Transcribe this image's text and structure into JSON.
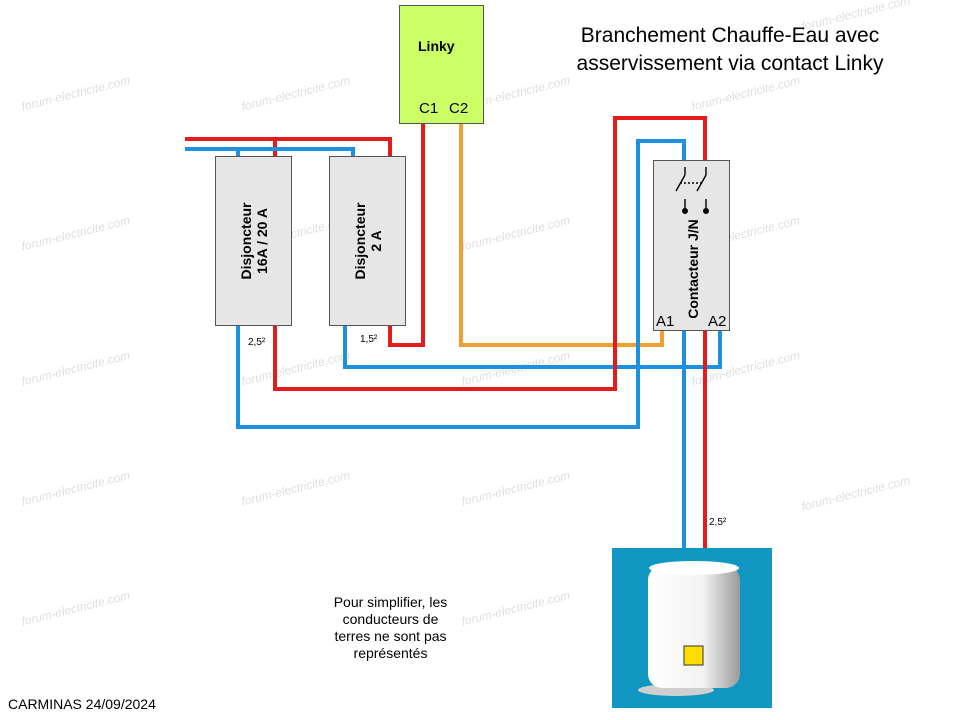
{
  "title": {
    "line1": "Branchement Chauffe-Eau avec",
    "line2": "asservissement via contact Linky"
  },
  "linky": {
    "label": "Linky",
    "terminal_c1": "C1",
    "terminal_c2": "C2"
  },
  "breaker_main": {
    "line1": "Disjoncteur",
    "line2": "16A / 20 A",
    "wire_section": "2,5²"
  },
  "breaker_small": {
    "line1": "Disjoncteur",
    "line2": "2 A",
    "wire_section": "1,5²"
  },
  "contactor": {
    "label": "Contacteur J/N",
    "terminal_a1": "A1",
    "terminal_a2": "A2"
  },
  "heater": {
    "wire_section": "2,5²"
  },
  "note": {
    "line1": "Pour simplifier, les",
    "line2": "conducteurs de",
    "line3": "terres ne sont pas",
    "line4": "représentés"
  },
  "credit": "CARMINAS 24/09/2024",
  "watermark": "forum-electricite.com",
  "colors": {
    "phase": "#e31b1b",
    "neutral": "#1e90e0",
    "control": "#f0a030",
    "breaker_fill": "#e6e6e6",
    "linky_fill": "#ccff66",
    "heater_background": "#0f97c1",
    "heater_indicator": "#ffdd00"
  }
}
